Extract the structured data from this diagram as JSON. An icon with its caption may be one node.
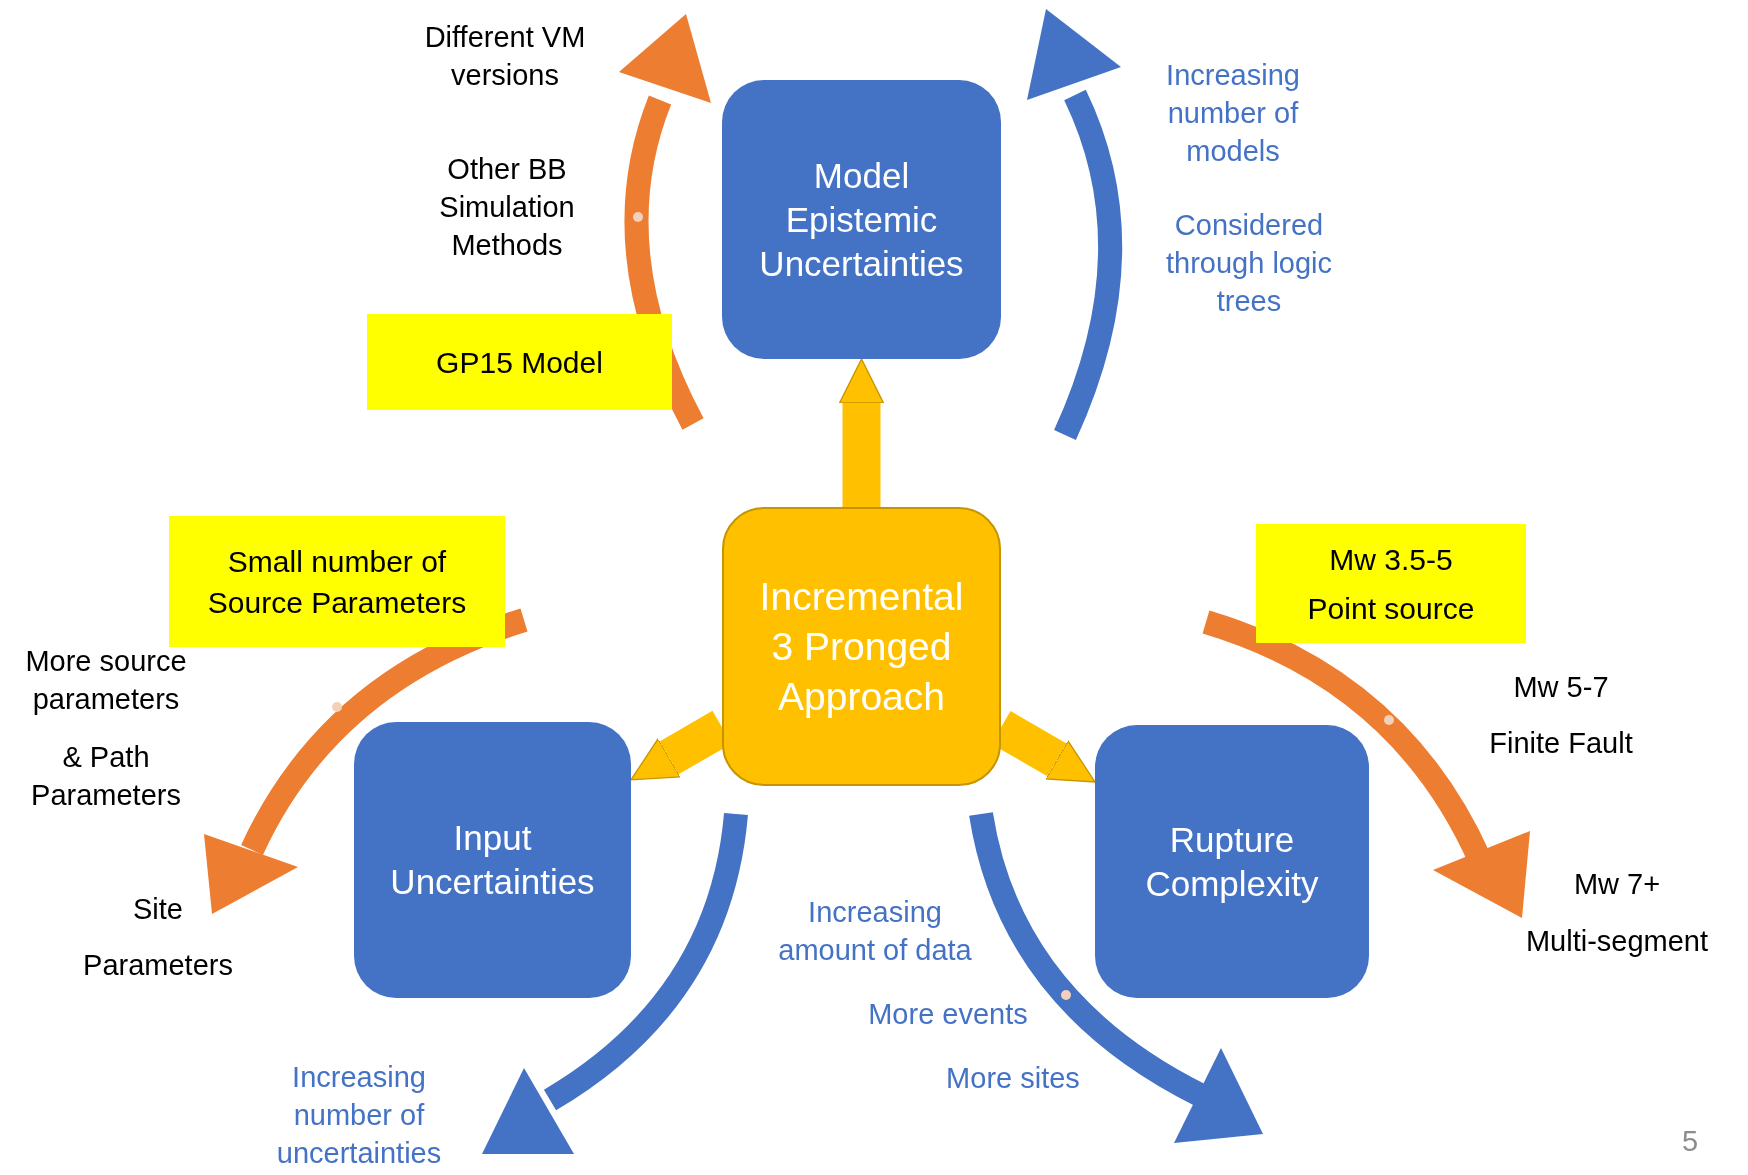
{
  "diagram": {
    "nodes": [
      {
        "text": [
          "Model Epistemic Uncertainties"
        ]
      },
      {
        "text": [
          "GP15 Model"
        ]
      },
      {
        "text": [
          "Incremental 3 Pronged Approach"
        ]
      },
      {
        "text": [
          "Small number of Source Parameters"
        ]
      },
      {
        "text": [
          "Mw 3.5-5",
          "Point source"
        ]
      },
      {
        "text": [
          "Input Uncertainties"
        ]
      },
      {
        "text": [
          "Rupture Complexity"
        ]
      }
    ],
    "edges": [
      {
        "from": 2,
        "to": 0,
        "arrow": "to"
      },
      {
        "from": 2,
        "to": 5,
        "arrow": "to"
      },
      {
        "from": 2,
        "to": 6,
        "arrow": "to"
      }
    ],
    "labels": [
      "Different VM versions",
      "Other BB Simulation Methods",
      "Increasing number of models",
      "Considered through logic trees",
      "More source parameters",
      "& Path Parameters",
      "Mw 5-7",
      "Finite Fault",
      "Site",
      "Parameters",
      "Mw 7+",
      "Multi-segment",
      "Increasing amount of data",
      "More events",
      "Increasing number of uncertainties",
      "More sites",
      "5"
    ]
  }
}
